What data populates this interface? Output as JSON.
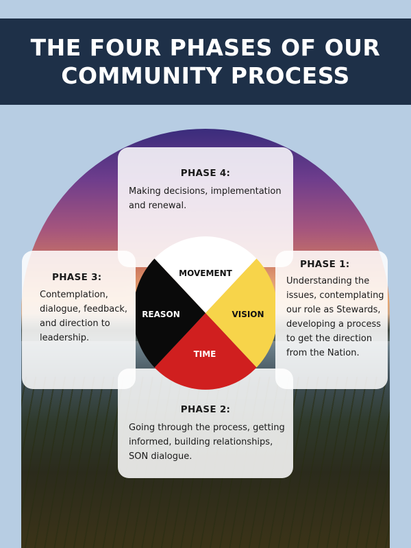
{
  "header": {
    "title": "THE FOUR PHASES OF OUR COMMUNITY PROCESS"
  },
  "colors": {
    "header_bg": "#1e3048",
    "background": "#b7cde3",
    "movement": "#ffffff",
    "vision": "#f7d44a",
    "time": "#d01f1f",
    "reason": "#0a0a0a"
  },
  "wheel": {
    "movement": "MOVEMENT",
    "vision": "VISION",
    "time": "TIME",
    "reason": "REASON"
  },
  "phases": {
    "phase1": {
      "title": "PHASE 1:",
      "text": "Understanding the issues, contemplating our role as Stewards, developing a process to get the direction from the Nation."
    },
    "phase2": {
      "title": "PHASE 2:",
      "text": "Going through the process, getting informed, building relationships, SON dialogue."
    },
    "phase3": {
      "title": "PHASE 3:",
      "text": "Contemplation, dialogue, feedback, and direction to leadership."
    },
    "phase4": {
      "title": "PHASE 4:",
      "text": "Making decisions, implementation and renewal."
    }
  }
}
